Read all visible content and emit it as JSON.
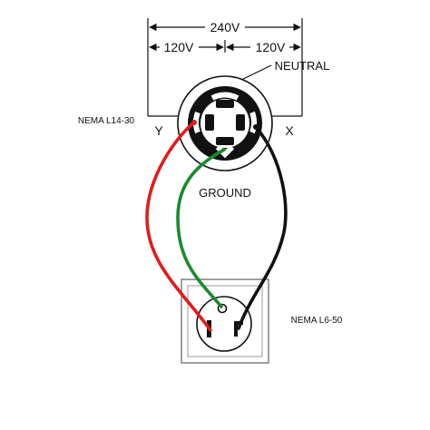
{
  "labels": {
    "voltage_total": "240V",
    "voltage_left": "120V",
    "voltage_right": "120V",
    "neutral": "NEUTRAL",
    "ground": "GROUND",
    "terminal_y": "Y",
    "terminal_x": "X",
    "plug_top": "NEMA L14-30",
    "plug_bottom": "NEMA L6-50"
  },
  "icons": {
    "top_connector": "twist-lock-receptacle-icon",
    "bottom_connector": "straight-blade-receptacle-icon"
  },
  "wires": [
    {
      "name": "Y",
      "color": "#e21b1b"
    },
    {
      "name": "GROUND",
      "color": "#1c8a2e"
    },
    {
      "name": "X",
      "color": "#111111"
    }
  ],
  "colors": {
    "line": "#111111",
    "red_wire": "#e21b1b",
    "green_wire": "#1c8a2e",
    "black_wire": "#111111",
    "plate": "#ffffff",
    "plate_border": "#777777"
  }
}
